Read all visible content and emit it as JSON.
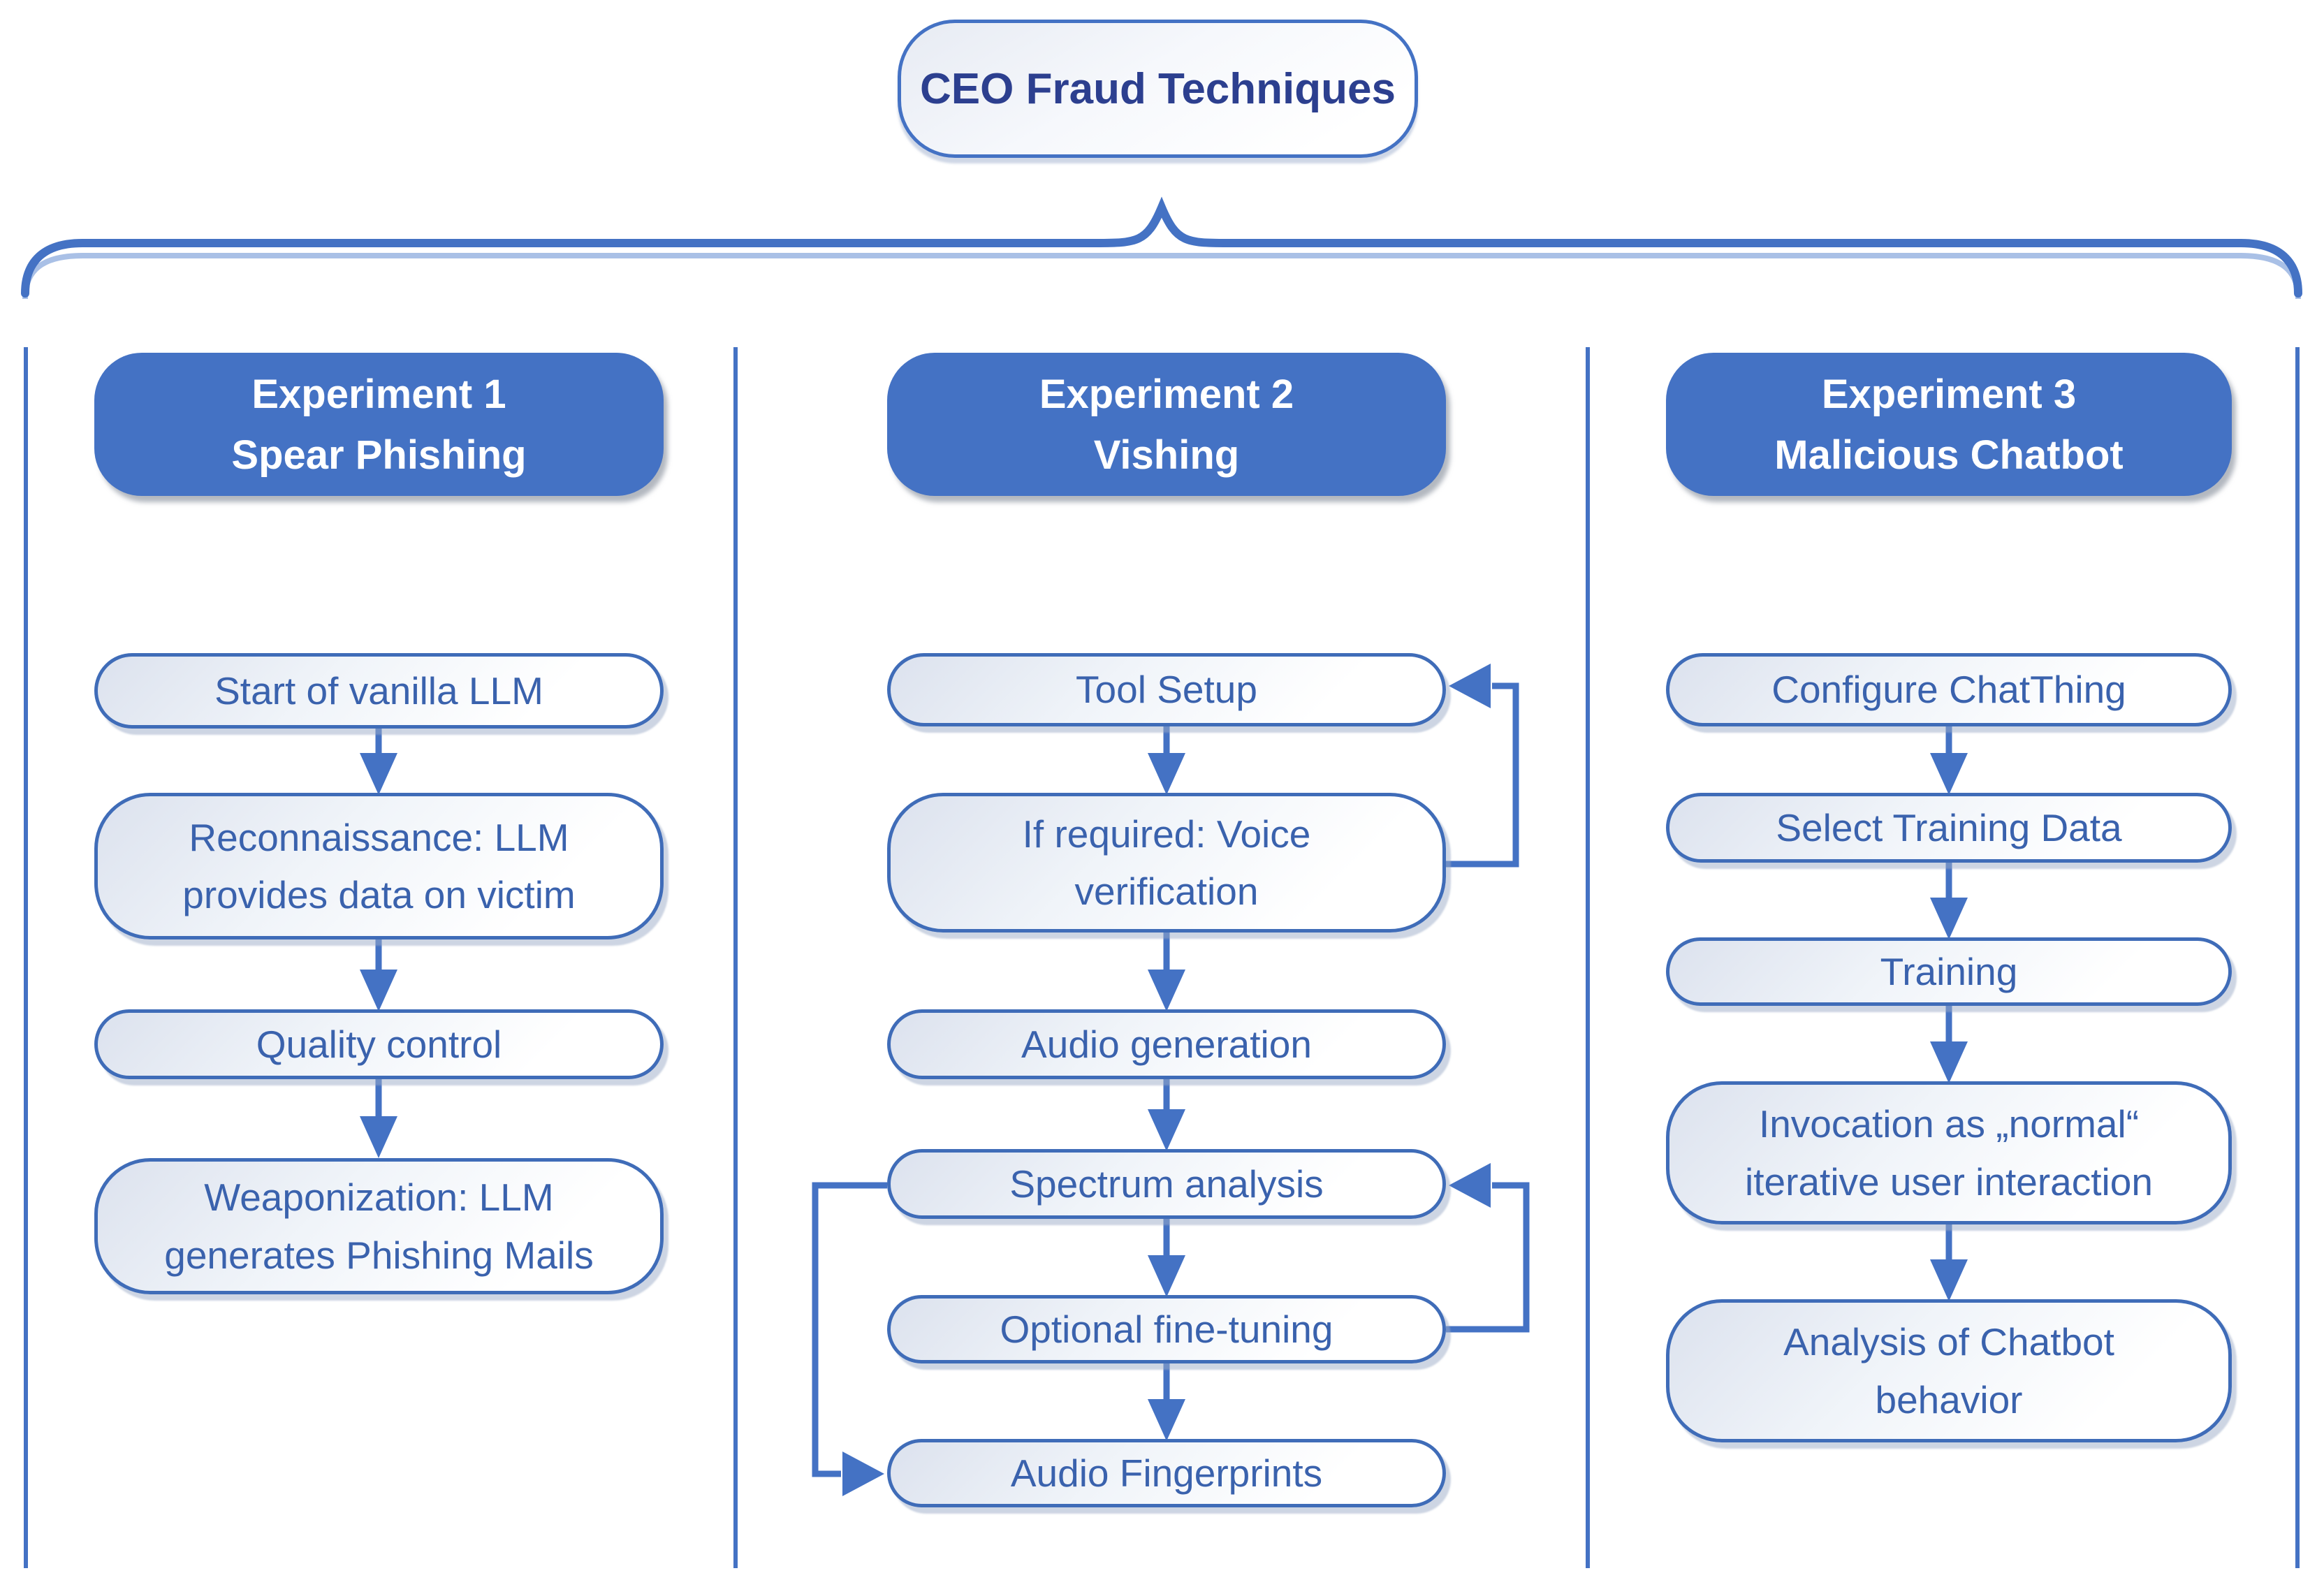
{
  "title": {
    "label": "CEO Fraud Techniques"
  },
  "colors": {
    "accent_blue": "#4472C4",
    "node_border_blue": "#3f6cb8",
    "node_text_blue": "#3a62ad",
    "title_text_navy": "#2c3f8f",
    "header_fill": "#4472C4",
    "header_text": "#ffffff",
    "shadow_periwinkle": "#9cabc8",
    "brace_echo": "#a9c0e6",
    "background": "#ffffff"
  },
  "columns": [
    {
      "id": "experiment-1",
      "header": "Experiment 1\nSpear Phishing",
      "nodes": [
        {
          "label": "Start of vanilla LLM"
        },
        {
          "label": "Reconnaissance: LLM\nprovides data on victim"
        },
        {
          "label": "Quality control"
        },
        {
          "label": "Weaponization: LLM\ngenerates Phishing Mails"
        }
      ],
      "flow": "top-to-bottom arrows between consecutive nodes"
    },
    {
      "id": "experiment-2",
      "header": "Experiment 2\nVishing",
      "nodes": [
        {
          "label": "Tool Setup"
        },
        {
          "label": "If required: Voice\nverification"
        },
        {
          "label": "Audio generation"
        },
        {
          "label": "Spectrum analysis"
        },
        {
          "label": "Optional fine-tuning"
        },
        {
          "label": "Audio Fingerprints"
        }
      ],
      "flow": "top-to-bottom arrows between consecutive nodes",
      "loops": [
        {
          "from": "If required: Voice verification",
          "to": "Tool Setup",
          "side": "right"
        },
        {
          "from": "Optional fine-tuning",
          "to": "Spectrum analysis",
          "side": "right"
        },
        {
          "from": "Spectrum analysis",
          "to": "Audio Fingerprints",
          "side": "left"
        }
      ]
    },
    {
      "id": "experiment-3",
      "header": "Experiment 3\nMalicious Chatbot",
      "nodes": [
        {
          "label": "Configure ChatThing"
        },
        {
          "label": "Select Training Data"
        },
        {
          "label": "Training"
        },
        {
          "label": "Invocation as „normal“\niterative user interaction"
        },
        {
          "label": "Analysis of Chatbot\nbehavior"
        }
      ],
      "flow": "top-to-bottom arrows between consecutive nodes"
    }
  ]
}
